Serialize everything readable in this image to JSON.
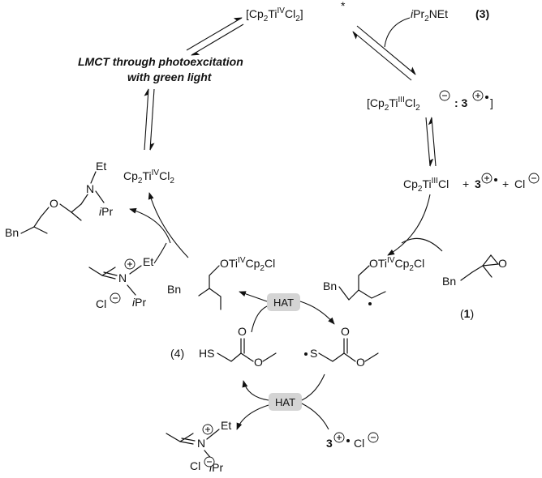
{
  "species": {
    "excited": "[Cp2TiIVCl2]",
    "excited_star": "*",
    "amine": "iPr2NEt",
    "amine_number": "(3)",
    "ate_complex": "[Cp2TiIIICl2",
    "ate_complex_suffix": ": 3",
    "ate_close": "]",
    "ti3": "Cp2TiIIICl",
    "plus": "+",
    "radical_cation": "3",
    "chloride": "Cl",
    "ti4": "Cp2TiIVCl2",
    "lmct_line1": "LMCT through photoexcitation",
    "lmct_line2": "with green light",
    "otiiv_right": "OTiIVCp2Cl",
    "otiiv_left": "OTiIVCp2Cl",
    "bn": "Bn",
    "epoxide_o": "O",
    "epoxide_number": "(1)",
    "hat": "HAT",
    "thiol_number": "(4)",
    "sh": "HS",
    "s_radical": "S",
    "ester_o": "O",
    "et": "Et",
    "n": "N",
    "ipr": "iPr",
    "ipr_text": "Pr",
    "o_ether": "O",
    "bottom_ion_pair": "3",
    "bottom_cl": "Cl"
  }
}
